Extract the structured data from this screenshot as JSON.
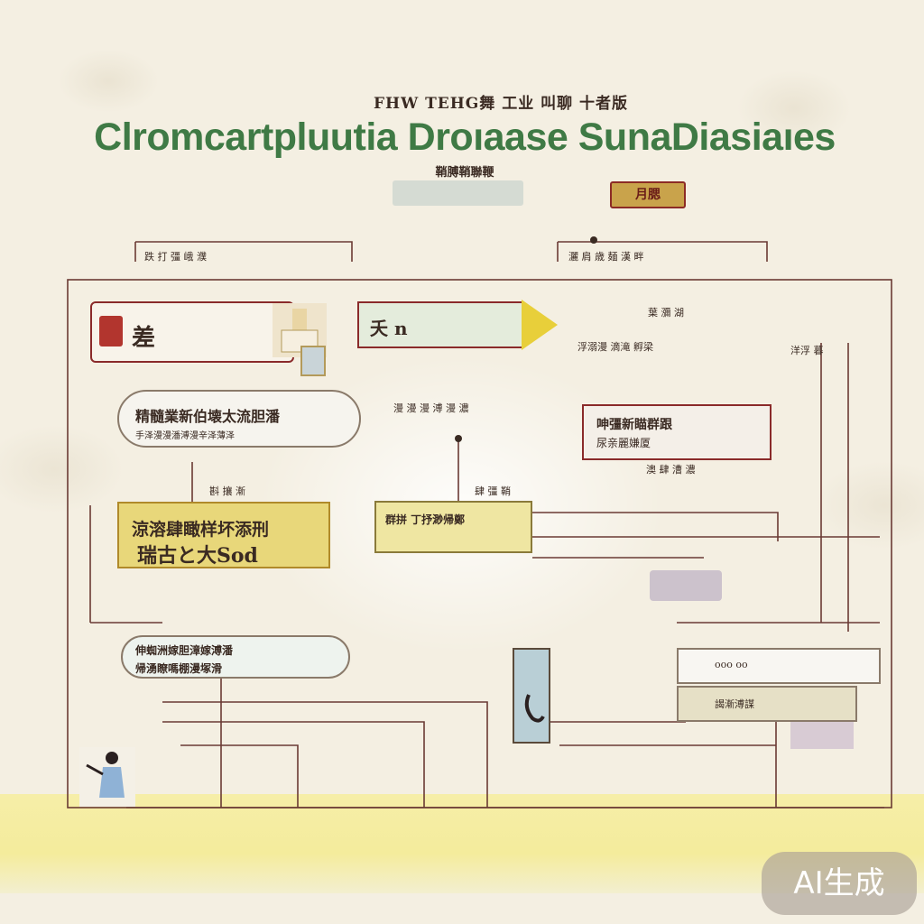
{
  "header": {
    "subtitle": "FHW TEHG舞 工业 叫聊 十者版",
    "title": "Clromcartpluutia Droıaase SunaDiasiaıes",
    "tagline": "鞘膊鞘聯鞭",
    "red_chip": "月腮"
  },
  "nodes": {
    "top_left": {
      "label": "差"
    },
    "top_mid": {
      "label": "夭 n"
    },
    "bubble_left": {
      "label": "精髓業新伯壊太流胆潘",
      "sub": "手泽漫漫潘溥漫辛泽薄泽"
    },
    "right_mid": {
      "label": "呻彊新瞄群跟",
      "sub": "尿亲麗嫌厦"
    },
    "yellow_big": {
      "label": "涼溶肆瞰样坏添刑",
      "sub": "瑞古と大Sod"
    },
    "yellow_mid": {
      "label": "群拼 丁抒渺帰鄭"
    },
    "bubble_low": {
      "label": "伸蜘洲嫁胆漳嫁溥潘",
      "sub": "帰湧瞭嗎棚漫塚滑"
    },
    "right_low": {
      "label": "ooo oo"
    },
    "right_box": {
      "label": "謁漸溥謀"
    }
  },
  "labels": {
    "header_left": "跌 打 彊 峨 濮",
    "header_right": "灑 肩 歳 麺 漢 畔",
    "mid_right_top": "葉 瀰 湖",
    "mid_right_row": "浮溺漫 滴滝 孵梁",
    "right_tail": "洋浮 暮",
    "left_caption": "斟 攘 漸",
    "center_caption": "肆 彊 鞘",
    "center_row": "漫 漫 漫 溥 漫 濃",
    "small_right": "澳 肆 漕 濃"
  },
  "badge": {
    "text": "AI生成"
  },
  "colors": {
    "title_green": "#3f7a45",
    "wire": "#6a3a34",
    "accent_red": "#8a2a2a",
    "node_yellow": "#e8d77a",
    "band_yellow": "#f4ec9c",
    "background": "#f4efe2"
  },
  "icons": [
    "person-figure-icon",
    "bottle-icon",
    "glyph-icon",
    "photo-icon"
  ]
}
